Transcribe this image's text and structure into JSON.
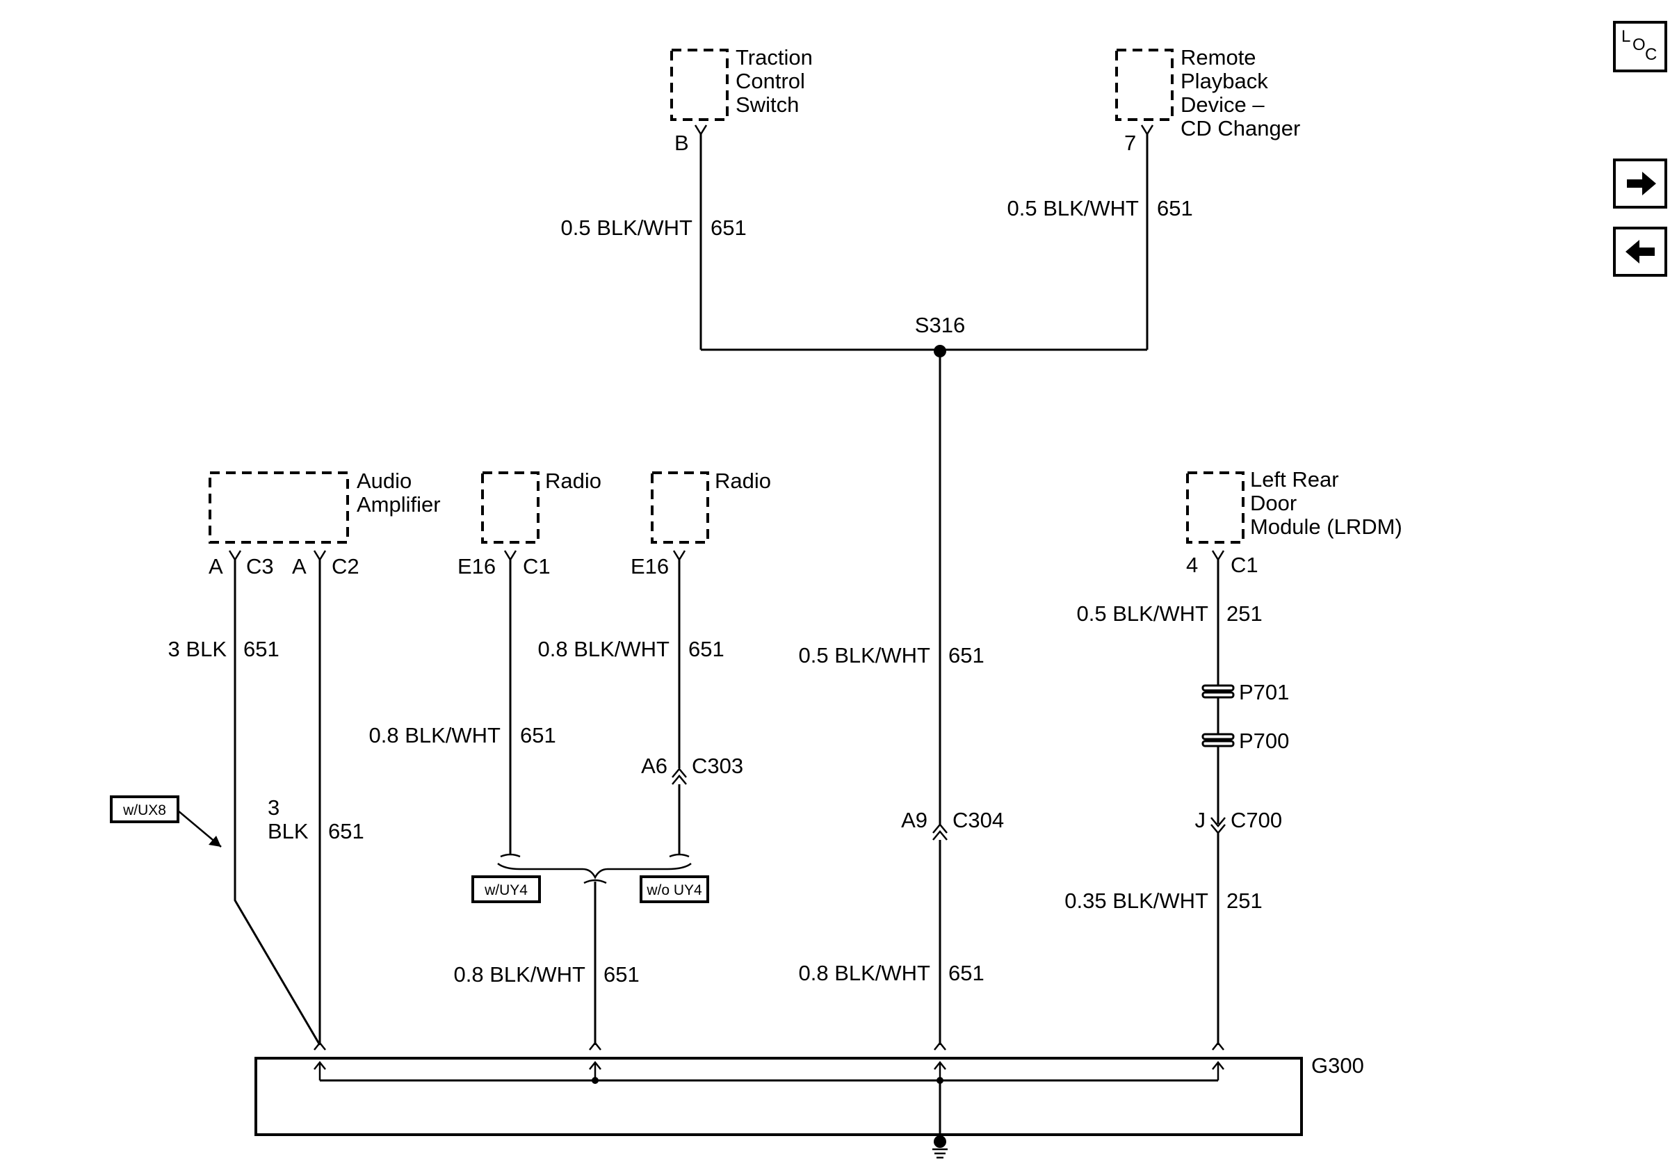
{
  "components": {
    "traction_control_switch": {
      "line1": "Traction",
      "line2": "Control",
      "line3": "Switch",
      "pin": "B"
    },
    "remote_playback": {
      "line1": "Remote",
      "line2": "Playback",
      "line3": "Device –",
      "line4": "CD Changer",
      "pin": "7"
    },
    "audio_amplifier": {
      "line1": "Audio",
      "line2": "Amplifier",
      "pin1": "A",
      "conn1": "C3",
      "pin2": "A",
      "conn2": "C2"
    },
    "radio_1": {
      "label": "Radio",
      "pin": "E16",
      "conn": "C1"
    },
    "radio_2": {
      "label": "Radio",
      "pin": "E16"
    },
    "lrdm": {
      "line1": "Left Rear",
      "line2": "Door",
      "line3": "Module (LRDM)",
      "pin": "4",
      "conn": "C1"
    }
  },
  "wires": {
    "tcs": {
      "gauge": "0.5 BLK/WHT",
      "circuit": "651"
    },
    "rpd": {
      "gauge": "0.5 BLK/WHT",
      "circuit": "651"
    },
    "s316_down": {
      "gauge": "0.5 BLK/WHT",
      "circuit": "651"
    },
    "s316_lower": {
      "gauge": "0.8 BLK/WHT",
      "circuit": "651"
    },
    "amp_c3": {
      "gauge": "3 BLK",
      "circuit": "651"
    },
    "amp_c2": {
      "gauge_line1": "3",
      "gauge_line2": "BLK",
      "circuit": "651"
    },
    "radio1": {
      "gauge": "0.8 BLK/WHT",
      "circuit": "651"
    },
    "radio2": {
      "gauge": "0.8 BLK/WHT",
      "circuit": "651"
    },
    "radio_merge": {
      "gauge": "0.8 BLK/WHT",
      "circuit": "651"
    },
    "lrdm_upper": {
      "gauge": "0.5 BLK/WHT",
      "circuit": "251"
    },
    "lrdm_lower": {
      "gauge": "0.35 BLK/WHT",
      "circuit": "251"
    }
  },
  "splices": {
    "s316": "S316",
    "p701": "P701",
    "p700": "P700"
  },
  "connectors": {
    "c303": {
      "pin": "A6",
      "name": "C303"
    },
    "c304": {
      "pin": "A9",
      "name": "C304"
    },
    "c700": {
      "pin": "J",
      "name": "C700"
    }
  },
  "options": {
    "wux8": "w/UX8",
    "wuy4": "w/UY4",
    "wouy4": "w/o UY4"
  },
  "ground": {
    "label": "G300"
  },
  "nav": {
    "loc_icon": "location-icon",
    "next_icon": "arrow-right-icon",
    "prev_icon": "arrow-left-icon",
    "loc_letters": {
      "l": "L",
      "o": "O",
      "c": "C"
    }
  }
}
